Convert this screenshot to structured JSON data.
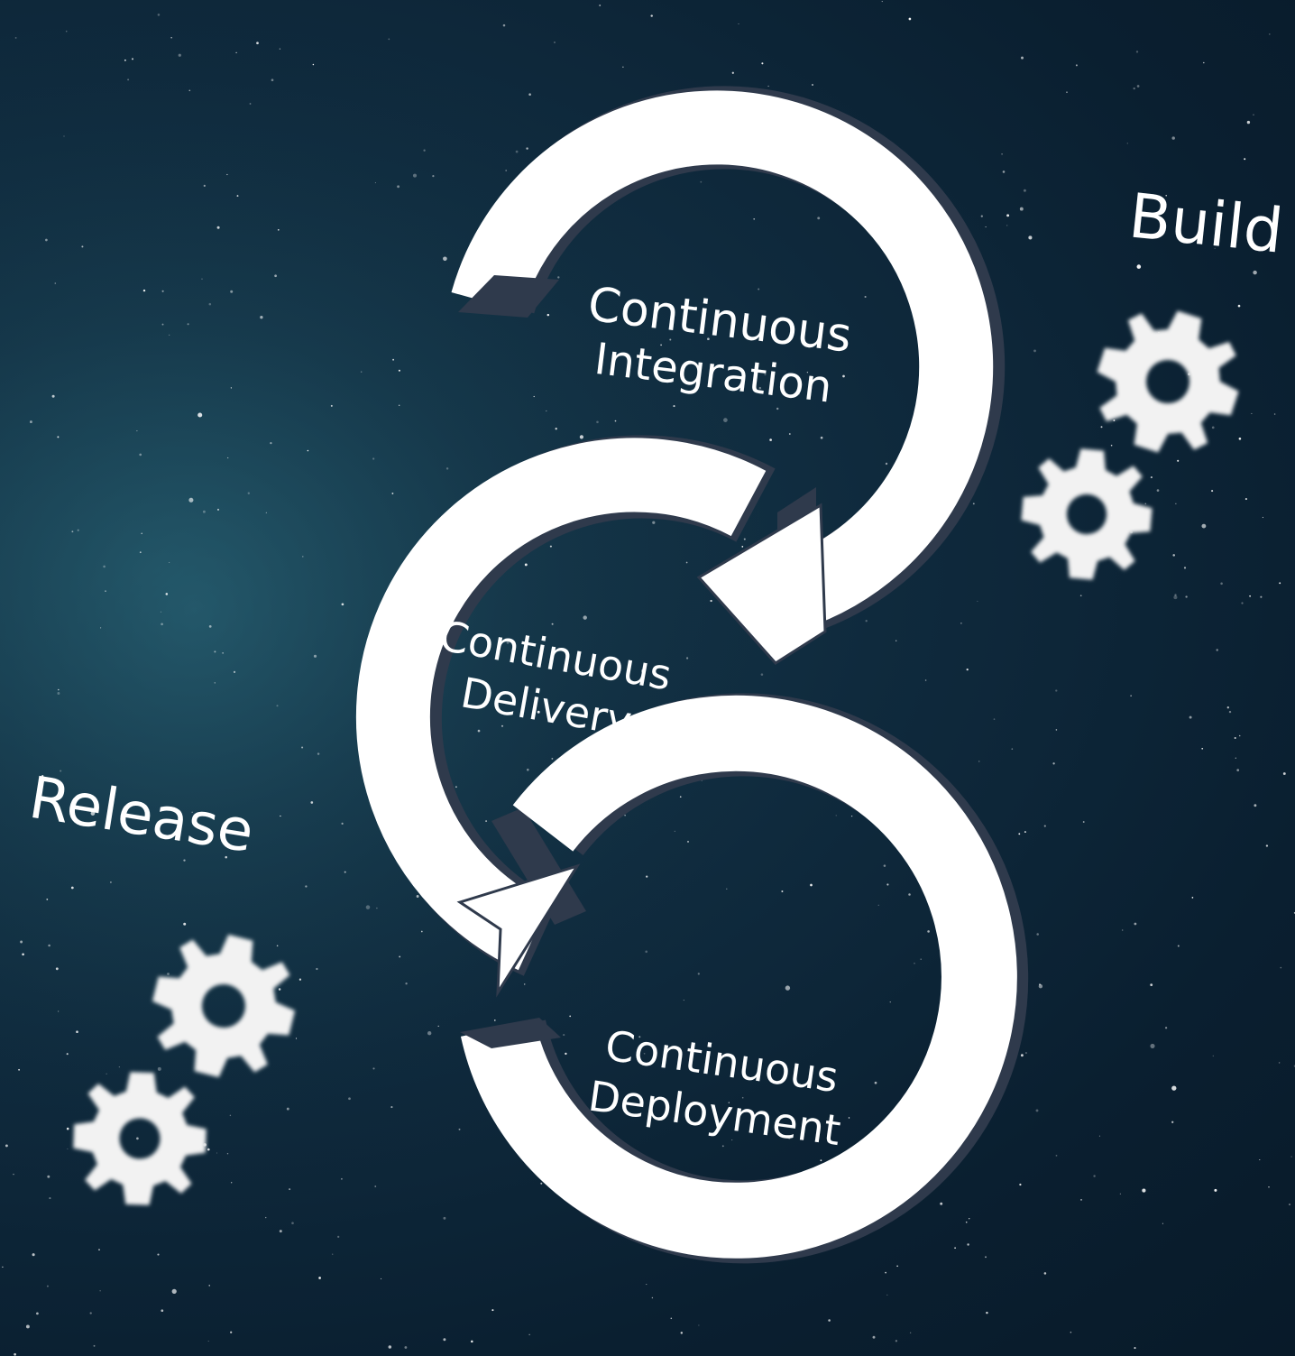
{
  "diagram": {
    "cycle_labels": {
      "integration": [
        "Continuous",
        "Integration"
      ],
      "delivery": [
        "Continuous",
        "Delivery"
      ],
      "deployment": [
        "Continuous",
        "Deployment"
      ]
    },
    "stage_labels": {
      "build": "Build",
      "release": "Release"
    }
  },
  "colors": {
    "background": "#0d2739",
    "ring": "#ffffff",
    "ring_shadow": "#2f3a4c",
    "text": "#ffffff"
  },
  "icons": [
    "gear-icon"
  ]
}
